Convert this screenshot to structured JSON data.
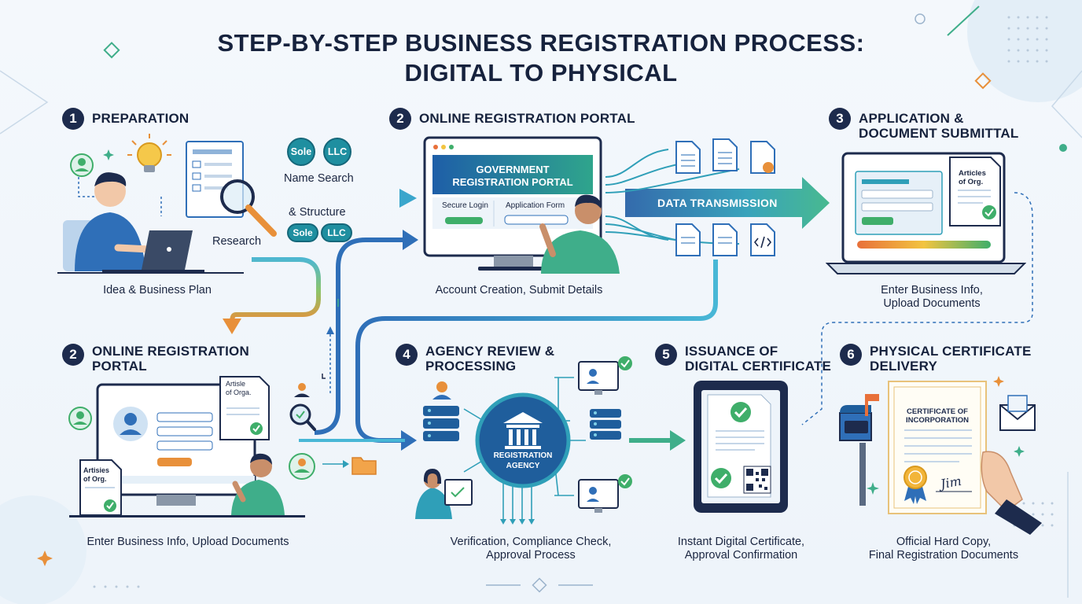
{
  "title_line1": "STEP-BY-STEP BUSINESS REGISTRATION PROCESS:",
  "title_line2": "DIGITAL TO PHYSICAL",
  "steps": {
    "s1": {
      "num": "1",
      "title": "PREPARATION",
      "caption": "Idea & Business Plan",
      "research": "Research",
      "name_search": "Name Search",
      "structure": "& Structure",
      "sole": "Sole",
      "llc": "LLC"
    },
    "s2a": {
      "num": "2",
      "title": "ONLINE REGISTRATION PORTAL",
      "caption": "Account Creation, Submit Details",
      "screen_line1": "GOVERNMENT",
      "screen_line2": "REGISTRATION PORTAL",
      "secure_login": "Secure Login",
      "application_form": "Application Form"
    },
    "s3": {
      "num": "3",
      "title_line1": "APPLICATION &",
      "title_line2": "DOCUMENT SUBMITTAL",
      "caption_line1": "Enter Business Info,",
      "caption_line2": "Upload Documents",
      "doc_line1": "Articles",
      "doc_line2": "of Org."
    },
    "s2b": {
      "num": "2",
      "title_line1": "ONLINE REGISTRATION",
      "title_line2": "PORTAL",
      "caption": "Enter Business Info, Upload Documents",
      "doc_a_line1": "Artisle",
      "doc_a_line2": "of Orga.",
      "doc_b_line1": "Artisies",
      "doc_b_line2": "of Org."
    },
    "s4": {
      "num": "4",
      "title_line1": "AGENCY REVIEW &",
      "title_line2": "PROCESSING",
      "caption_line1": "Verification, Compliance Check,",
      "caption_line2": "Approval Process",
      "agency_line1": "REGISTRATION",
      "agency_line2": "AGENCY"
    },
    "s5": {
      "num": "5",
      "title_line1": "ISSUANCE OF",
      "title_line2": "DIGITAL CERTIFICATE",
      "caption_line1": "Instant Digital Certificate,",
      "caption_line2": "Approval Confirmation"
    },
    "s6": {
      "num": "6",
      "title_line1": "PHYSICAL CERTIFICATE",
      "title_line2": "DELIVERY",
      "caption_line1": "Official Hard Copy,",
      "caption_line2": "Final Registration Documents",
      "cert_line1": "CERTIFICATE OF",
      "cert_line2": "INCORPORATION",
      "signature": "Jim"
    }
  },
  "data_transmission": "DATA TRANSMISSION",
  "colors": {
    "navy": "#1d2b4d",
    "teal": "#1f8fa0",
    "green": "#3fae6a",
    "blue": "#2f6fb8",
    "orange": "#e8903a"
  },
  "icons": [
    "lightbulb-icon",
    "magnifier-icon",
    "person-icon",
    "laptop-icon",
    "monitor-icon",
    "document-icon",
    "code-icon",
    "checkmark-icon",
    "server-icon",
    "bank-icon",
    "folder-icon",
    "qr-code-icon",
    "mailbox-icon",
    "envelope-icon",
    "seal-icon",
    "sparkle-icon",
    "diamond-icon"
  ]
}
